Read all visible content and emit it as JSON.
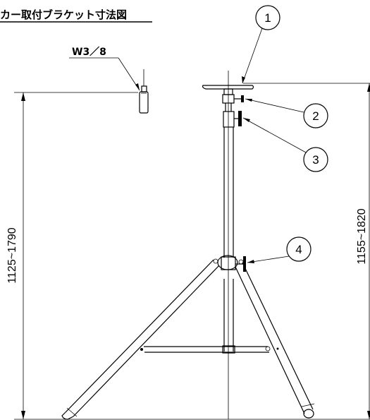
{
  "title": "カー取付ブラケット寸法図",
  "bolt_label": "W3／8",
  "dimensions": {
    "left": "1125~1790",
    "right": "1155~1820"
  },
  "callouts": [
    "1",
    "2",
    "3",
    "4"
  ]
}
